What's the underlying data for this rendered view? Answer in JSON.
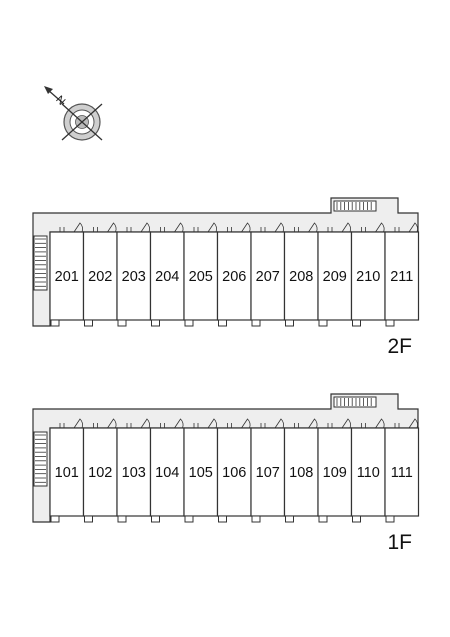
{
  "compass": {
    "north_label": "N",
    "icon": "north-arrow-compass-icon"
  },
  "floors": [
    {
      "label": "2F",
      "units": [
        "201",
        "202",
        "203",
        "204",
        "205",
        "206",
        "207",
        "208",
        "209",
        "210",
        "211"
      ]
    },
    {
      "label": "1F",
      "units": [
        "101",
        "102",
        "103",
        "104",
        "105",
        "106",
        "107",
        "108",
        "109",
        "110",
        "111"
      ]
    }
  ],
  "colors": {
    "line": "#333333",
    "corridor": "#eeeeee",
    "stair_fill": "#ffffff"
  }
}
